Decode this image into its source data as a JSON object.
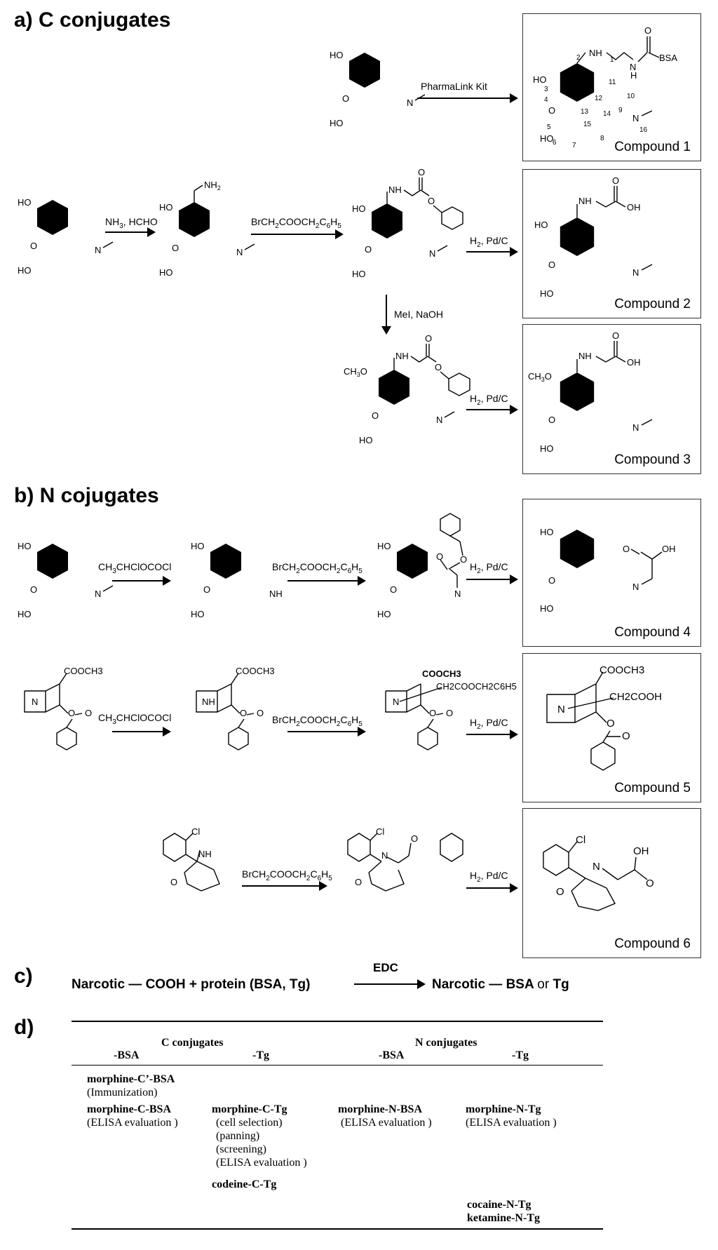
{
  "sections": {
    "a": "a) C conjugates",
    "b": "b) N cojugates",
    "c": "c)",
    "d": "d)"
  },
  "compounds": [
    "Compound 1",
    "Compound 2",
    "Compound 3",
    "Compound 4",
    "Compound 5",
    "Compound 6"
  ],
  "reagents": {
    "pharmalink": "PharmaLink Kit",
    "nh3_hcho": "NH3, HCHO",
    "brch2": "BrCH2COOCH2C6H5",
    "h2pdc": "H2, Pd/C",
    "mei": "MeI, NaOH",
    "chloroformate": "CH3CHClOCOCl"
  },
  "equation": {
    "left": "Narcotic — COOH + protein (BSA, Tg)",
    "reagent": "EDC",
    "right_a": "Narcotic — BSA",
    "right_or": "or",
    "right_b": "Tg"
  },
  "table": {
    "group_c": "C conjugates",
    "group_n": "N conjugates",
    "sub_c_bsa": "-BSA",
    "sub_c_tg": "-Tg",
    "sub_n_bsa": "-BSA",
    "sub_n_tg": "-Tg",
    "r1c1_name": "morphine-C’-BSA",
    "r1c1_note": "(Immunization)",
    "r2c1_name": "morphine-C-BSA",
    "r2c1_note": "(ELISA evaluation )",
    "r2c2_name": "morphine-C-Tg",
    "r2c2_note1": "(cell selection)",
    "r2c2_note2": "(panning)",
    "r2c2_note3": "(screening)",
    "r2c2_note4": "(ELISA evaluation )",
    "r2c3_name": "morphine-N-BSA",
    "r2c3_note": "(ELISA evaluation )",
    "r2c4_name": "morphine-N-Tg",
    "r2c4_note": "(ELISA evaluation )",
    "r3c2_name": "codeine-C-Tg",
    "r3c4_name1": "cocaine-N-Tg",
    "r3c4_name2": "ketamine-N-Tg"
  },
  "atom_labels": {
    "ho": "HO",
    "o": "O",
    "n": "N",
    "nh": "NH",
    "nh2": "NH2",
    "oh": "OH",
    "bsa": "BSA",
    "h": "H",
    "ch3o": "CH3O",
    "cl": "Cl",
    "cooch3": "COOCH3",
    "ch2cooh": "CH2COOH",
    "ch2cooch2c6h5": "CH2COOCH2C6H5"
  },
  "numbering": [
    "1",
    "2",
    "3",
    "4",
    "5",
    "6",
    "7",
    "8",
    "9",
    "10",
    "11",
    "12",
    "13",
    "14",
    "15",
    "16"
  ]
}
